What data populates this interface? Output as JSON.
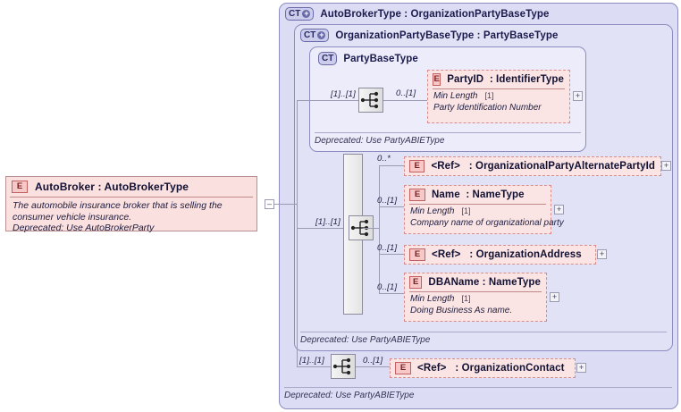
{
  "diagram": {
    "type": "xsd-schema-diagram",
    "root_element": {
      "badge": "E",
      "title": "AutoBroker : AutoBrokerType",
      "documentation_line1": "The automobile insurance broker that is selling the consumer vehicle",
      "documentation_line2": "insurance.",
      "documentation_line3": "Deprecated: Use AutoBrokerParty",
      "collapse_symbol": "–"
    },
    "containers": [
      {
        "badge": "CT",
        "badge_plus": "+",
        "title": "AutoBrokerType : OrganizationPartyBaseType",
        "deprecated": "Deprecated: Use PartyABIEType"
      },
      {
        "badge": "CT",
        "badge_plus": "+",
        "title": "OrganizationPartyBaseType : PartyBaseType",
        "deprecated": "Deprecated: Use PartyABIEType"
      },
      {
        "badge": "CT",
        "badge_plus": "",
        "title": "PartyBaseType",
        "deprecated": "Deprecated: Use PartyABIEType"
      }
    ],
    "sequences": [
      {
        "name": "party-base-sequence",
        "left_cardinality": "[1]..[1]"
      },
      {
        "name": "organization-party-sequence",
        "left_cardinality": "[1]..[1]"
      },
      {
        "name": "auto-broker-sequence",
        "left_cardinality": "[1]..[1]"
      }
    ],
    "elements": [
      {
        "badge": "E",
        "name": "PartyID",
        "type": ": IdentifierType",
        "cardinality": "0..[1]",
        "facet_label": "Min Length",
        "facet_value": "[1]",
        "documentation": "Party Identification Number",
        "expand": "+"
      },
      {
        "badge": "E",
        "name": "<Ref>",
        "type": ": OrganizationalPartyAlternatePartyId",
        "cardinality": "0..*",
        "facet_label": "",
        "facet_value": "",
        "documentation": "",
        "expand": "+"
      },
      {
        "badge": "E",
        "name": "Name",
        "type": ": NameType",
        "cardinality": "0..[1]",
        "facet_label": "Min Length",
        "facet_value": "[1]",
        "documentation": "Company name of organizational party",
        "expand": "+"
      },
      {
        "badge": "E",
        "name": "<Ref>",
        "type": ": OrganizationAddress",
        "cardinality": "0..[1]",
        "facet_label": "",
        "facet_value": "",
        "documentation": "",
        "expand": "+"
      },
      {
        "badge": "E",
        "name": "DBAName : NameType",
        "type": "",
        "cardinality": "0..[1]",
        "facet_label": "Min Length",
        "facet_value": "[1]",
        "documentation": "Doing Business As name.",
        "expand": "+"
      },
      {
        "badge": "E",
        "name": "<Ref>",
        "type": ": OrganizationContact",
        "cardinality": "0..[1]",
        "facet_label": "",
        "facet_value": "",
        "documentation": "",
        "expand": "+"
      }
    ],
    "colors": {
      "element_fill": "#fbe4e4",
      "element_border": "#d88c8c",
      "container_l1": "#dcdcf4",
      "container_l2": "#e2e2f6",
      "container_l3": "#ececfb",
      "connector_line": "#9a9ab0"
    }
  }
}
